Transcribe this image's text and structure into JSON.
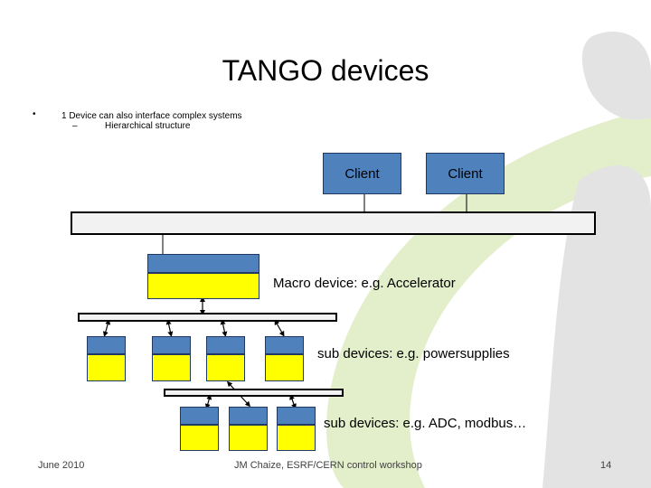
{
  "slide": {
    "title": "TANGO devices",
    "bullet_marker": "•",
    "bullet": "1 Device can also interface complex systems",
    "sub_marker": "–",
    "sub_bullet": "Hierarchical structure"
  },
  "diagram": {
    "client_left": "Client",
    "client_right": "Client",
    "macro_label": "Macro device: e.g. Accelerator",
    "sub_label_1": "sub devices: e.g. powersupplies",
    "sub_label_2": "sub devices: e.g. ADC, modbus…"
  },
  "footer": {
    "date": "June 2010",
    "event": "JM Chaize, ESRF/CERN control workshop",
    "page": "14"
  },
  "colors": {
    "device_blue": "#4f81bd",
    "device_yellow": "#ffff00",
    "bus_fill": "#f2f2f2",
    "decor_green": "#d9e8b8",
    "decor_grey": "#e3e3e3"
  }
}
